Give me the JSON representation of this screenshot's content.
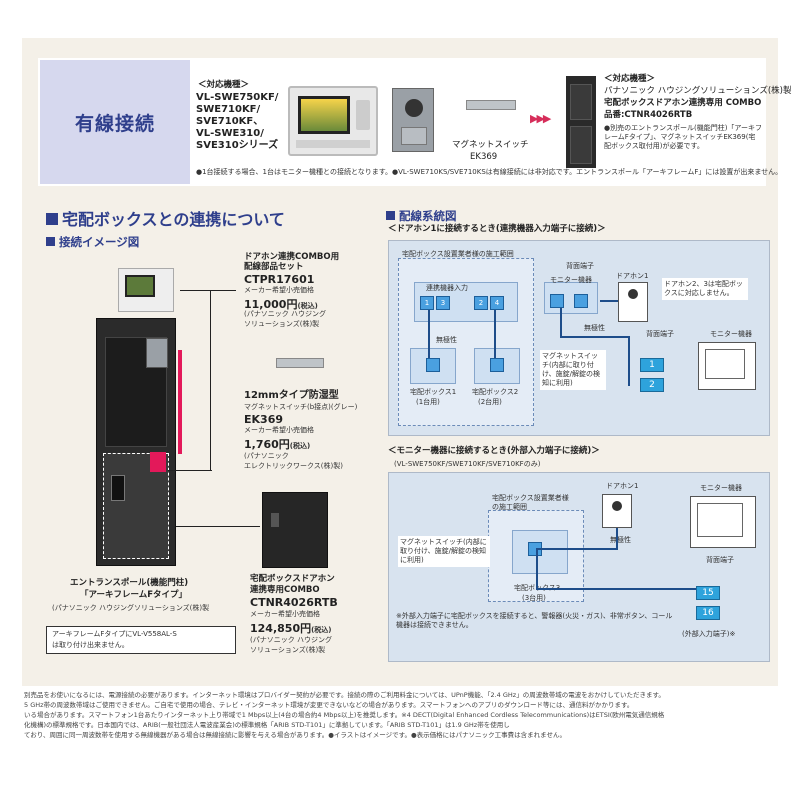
{
  "banner": {
    "title": "有線接続",
    "supported_heading": "＜対応機種＞",
    "supported_models": [
      "VL-SWE750KF/",
      "SWE710KF/",
      "SVE710KF、",
      "VL-SWE310/",
      "SVE310シリーズ"
    ],
    "switch_label": "マグネットスイッチ",
    "switch_model": "EK369",
    "box_heading": "＜対応機種＞",
    "box_lines": [
      "パナソニック ハウジングソリューションズ(株)製",
      "宅配ボックスドアホン連携専用 COMBO",
      "品番:CTNR4026RTB"
    ],
    "box_note": "●別売のエントランスポール(機能門柱)「アーキフレームFタイプ」、マグネットスイッチEK369(宅配ボックス取付用)が必要です。",
    "note_left": "●1台接続する場合、1台はモニター機種との接続となります。",
    "note_right": "●VL-SWE710KS/SVE710KSは有線接続には非対応です。エントランスポール「アーキフレームF」には設置が出来ません。",
    "arrows": "▶▶▶"
  },
  "left": {
    "section_title": "宅配ボックスとの連携について",
    "sub_title": "接続イメージ図",
    "p1_name": "ドアホン連携COMBO用",
    "p1_name2": "配線部品セット",
    "p1_model": "CTPR17601",
    "p1_price_label": "メーカー希望小売価格",
    "p1_price": "11,000円",
    "p1_tax": "(税込)",
    "p1_maker": "(パナソニック ハウジング",
    "p1_maker2": "ソリューションズ(株)製",
    "p2_name": "12mmタイプ防湿型",
    "p2_name2": "マグネットスイッチ(b接点)(グレー)",
    "p2_model": "EK369",
    "p2_price_label": "メーカー希望小売価格",
    "p2_price": "1,760円",
    "p2_tax": "(税込)",
    "p2_maker": "(パナソニック",
    "p2_maker2": "エレクトリックワークス(株)製)",
    "p3_name": "宅配ボックスドアホン",
    "p3_name2": "連携専用COMBO",
    "p3_model": "CTNR4026RTB",
    "p3_price_label": "メーカー希望小売価格",
    "p3_price": "124,850円",
    "p3_tax": "(税込)",
    "p3_maker": "(パナソニック ハウジング",
    "p3_maker2": "ソリューションズ(株)製",
    "pole_name": "エントランスポール(機能門柱)",
    "pole_name2": "「アーキフレームFタイプ」",
    "pole_maker": "(パナソニック ハウジングソリューションズ(株)製",
    "pole_note1": "アーキフレームFタイプにVL-V558AL-S",
    "pole_note2": "は取り付け出来ません。"
  },
  "right": {
    "section_title": "配線系統図",
    "d1_title": "＜ドアホン1に接続するとき(連携機器入力端子に接続)＞",
    "d1_area": "宅配ボックス設置業者様の施工範囲",
    "d1_input": "連携機器入力",
    "d1_monitor": "モニター機器",
    "d1_back": "背面端子",
    "d1_doorphone": "ドアホン1",
    "d1_note": "ドアホン2、3は宅配ボックスに対応しません。",
    "d1_polarity": "無極性",
    "d1_polarity2": "無極性",
    "d1_monitor2": "モニター機器",
    "d1_back2": "背面端子",
    "d1_box1": "宅配ボックス1",
    "d1_box1b": "(1台用)",
    "d1_box2": "宅配ボックス2",
    "d1_box2b": "(2台用)",
    "d1_switch": "マグネットスイッチ(内部に取り付け、施錠/解錠の検知に利用)",
    "d1_cells": [
      "1",
      "3",
      "2",
      "4"
    ],
    "d1_term": [
      "1",
      "2"
    ],
    "d2_title": "＜モニター機器に接続するとき(外部入力端子に接続)＞",
    "d2_models": "(VL-SWE750KF/SWE710KF/SVE710KFのみ)",
    "d2_doorphone": "ドアホン1",
    "d2_monitor": "モニター機器",
    "d2_area": "宅配ボックス設置業者様の施工範囲",
    "d2_polarity": "無極性",
    "d2_back": "背面端子",
    "d2_switch": "マグネットスイッチ(内部に取り付け、施錠/解錠の検知に利用)",
    "d2_box3": "宅配ボックス3",
    "d2_box3b": "(3台用)",
    "d2_term": [
      "15",
      "16"
    ],
    "d2_ext": "(外部入力端子)※",
    "d2_note": "※外部入力端子に宅配ボックスを接続すると、警報器(火災・ガス)、非常ボタン、コール機器は接続できません。"
  },
  "footer": [
    "別売品をお使いになるには、電源接続の必要があります。インターネット環境はプロバイダー契約が必要です。接続の際のご利用料金については、UPnP機能、「2.4 GHz」の周波数帯域の電波をおかけしていただきます。",
    "5 GHz帯の周波数帯域はご使用できません。ご自宅で使用の場合、テレビ・インターネット環境が変更できないなどの場合があります。スマートフォンへのアプリのダウンロード等には、通信料がかかります。",
    "いる場合があります。スマートフォン1台あたりインターネット上り帯域で1 Mbps以上(4台の場合約4 Mbps以上)を推奨します。※4 DECT(Digital Enhanced Cordless Telecommunications)はETSI(欧州電気通信規格",
    "化機構)の標準規格です。日本国内では、ARIB(一般社団法人電波産業会)の標準規格「ARIB STD-T101」に準拠しています。「ARIB STD-T101」は1.9 GHz帯を使用し",
    "ており、周囲に同一周波数帯を使用する無線機器がある場合は無線接続に影響を与える場合があります。●イラストはイメージです。●表示価格にはパナソニック工事費は含まれません。"
  ]
}
